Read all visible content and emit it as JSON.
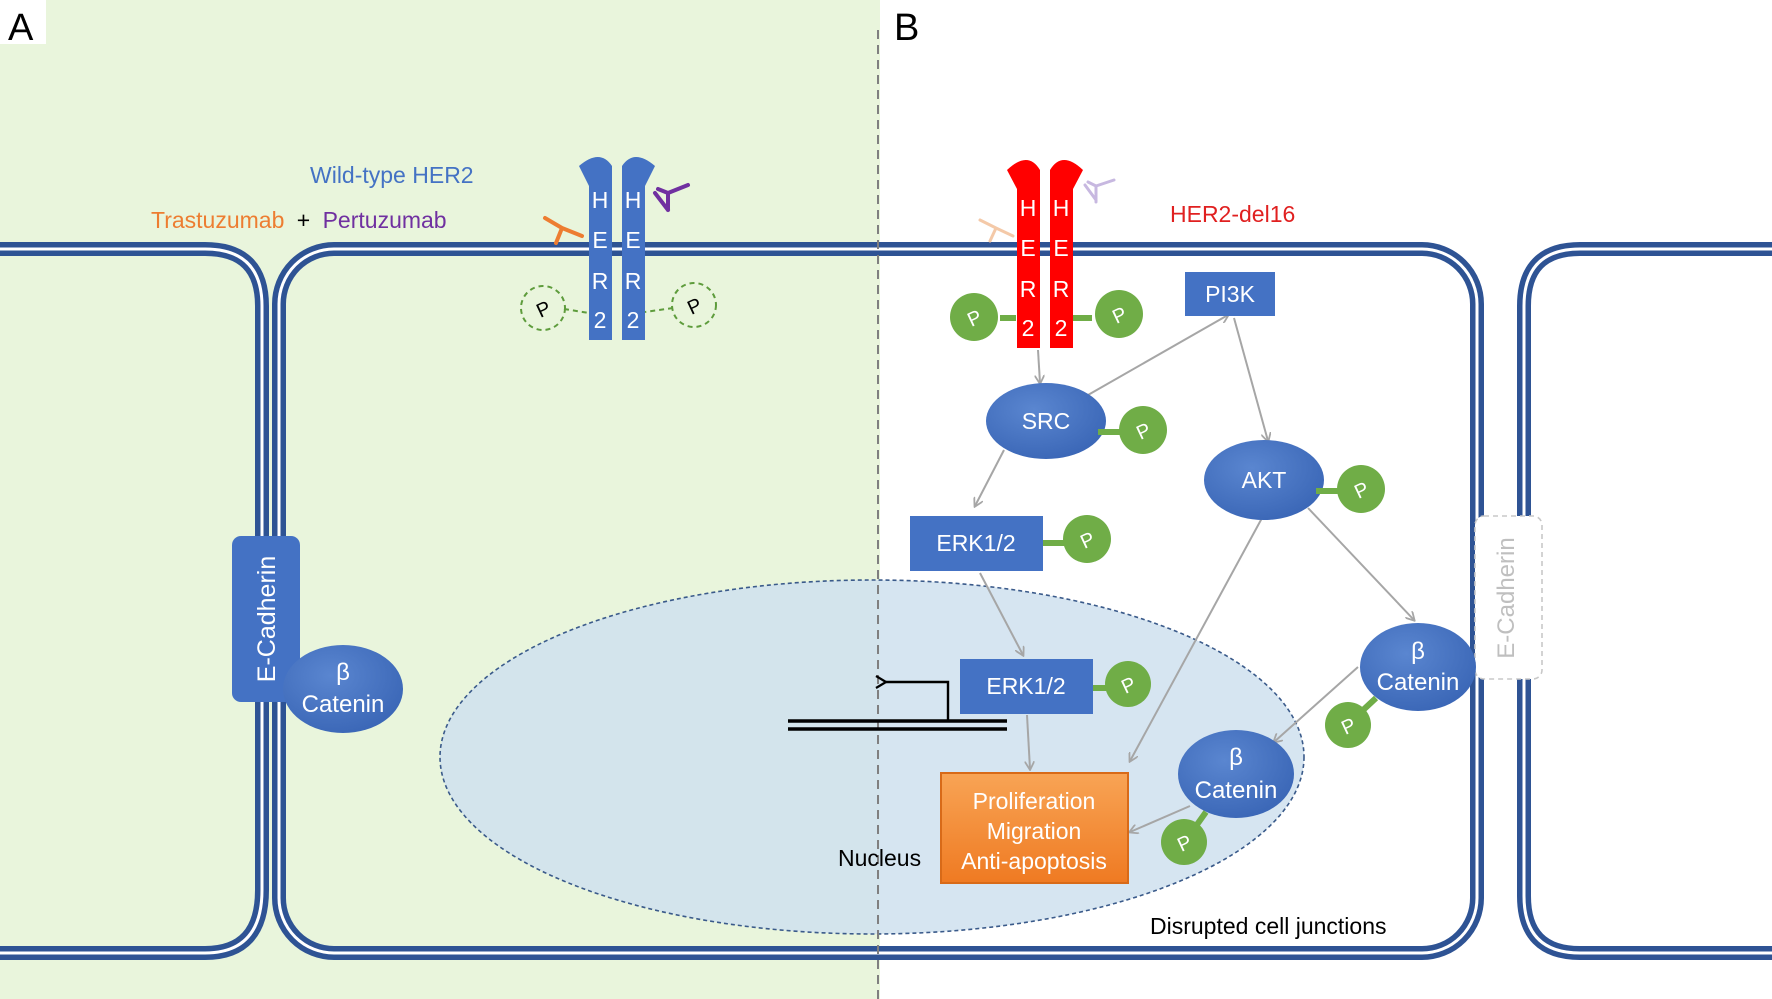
{
  "panels": {
    "a": "A",
    "b": "B"
  },
  "labels": {
    "wild_type": "Wild-type HER2",
    "trastuzumab": "Trastuzumab",
    "plus": "+",
    "pertuzumab": "Pertuzumab",
    "del16": "HER2-del16",
    "nucleus": "Nucleus",
    "disrupted": "Disrupted cell junctions"
  },
  "receptor_letters": [
    "H",
    "E",
    "R",
    "2"
  ],
  "phospho": "P",
  "nodes": {
    "pi3k": "PI3K",
    "src": "SRC",
    "akt": "AKT",
    "erk_cyto": "ERK1/2",
    "erk_nuc": "ERK1/2",
    "ecad_left": "E-Cadherin",
    "ecad_right": "E-Cadherin",
    "beta": "β",
    "catenin": "Catenin",
    "outcome": [
      "Proliferation",
      "Migration",
      "Anti-apoptosis"
    ]
  },
  "colors": {
    "panel_a_bg": "#e9f5dc",
    "membrane": "#2e5394",
    "protein": "#4472c4",
    "her2_wt": "#4472c4",
    "her2_del16": "#ff0000",
    "phospho": "#70ad47",
    "nucleus_fill": "#cfe0ef",
    "outcome": "#f58a33",
    "trastuzumab": "#ed7d31",
    "pertuzumab": "#7030a0",
    "arrow": "#a6a6a6"
  }
}
